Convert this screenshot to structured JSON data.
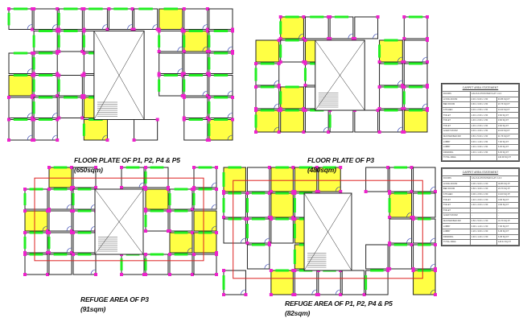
{
  "drawings": [
    {
      "title": "FLOOR PLATE OF P1, P2, P4 & P5",
      "area": "(650sqm)"
    },
    {
      "title": "FLOOR PLATE OF P3",
      "area": "(480sqm)"
    },
    {
      "title": "REFUGE AREA OF P3",
      "area": "(91sqm)"
    },
    {
      "title": "REFUGE AREA OF P1, P2, P4 & P5",
      "area": "(82sqm)"
    }
  ],
  "tables": [
    {
      "title": "CARPET AREA STATEMENT",
      "col_header": "ROOMS",
      "sub_header": "CALCULATION PER FLAT 1 & 4",
      "rows": [
        {
          "room": "LIVING ROOM",
          "calc": "4.00 x 9.00 x 1.50",
          "area": "40.86 SQ.FT"
        },
        {
          "room": "BED ROOM",
          "calc": "3.60 x 3.60 x 1.50",
          "area": "23.76 SQ.FT"
        },
        {
          "room": "KITCHEN",
          "calc": "3.00 x 2.50 x 1.50",
          "area": "13.00 SQ.FT"
        },
        {
          "room": "TOILET",
          "calc": "1.40 x 2.00 x 1.50",
          "area": "3.66 SQ.FT"
        },
        {
          "room": "TOILET",
          "calc": "1.40 x 2.00 x 1.50",
          "area": "3.66 SQ.FT"
        },
        {
          "room": "TOILET",
          "calc": "1.40 x 2.00 x 1.50",
          "area": "3.66 SQ.FT"
        },
        {
          "room": "GUEST ROOM",
          "calc": "3.00 x 4.00 x 1.50",
          "area": "24.00 SQ.FT"
        },
        {
          "room": "MASTER BED RM",
          "calc": "3.50 x 5.00 x 1.50",
          "area": "31.76 SQ.FT"
        },
        {
          "room": "LOBBY",
          "calc": "3.00 x 1.20 x 1.50",
          "area": "7.00 SQ.FT"
        },
        {
          "room": "LOBBY",
          "calc": "1.20 x 3.60 x 1.50",
          "area": "6.45 SQ.FT"
        },
        {
          "room": "DRAWING",
          "calc": "1.40 x 1.40 x 1.50",
          "area": "6.45 SQ.FT"
        },
        {
          "room": "TOTAL AREA",
          "calc": "",
          "area": "140.00 SQ.FT"
        }
      ]
    },
    {
      "title": "CARPET AREA STATEMENT",
      "col_header": "ROOMS",
      "sub_header": "CALCULATION PER FLAT 2 & 3",
      "rows": [
        {
          "room": "LIVING ROOM",
          "calc": "4.00 x 9.00 x 1.50",
          "area": "40.86 SQ.FT"
        },
        {
          "room": "BED ROOM",
          "calc": "3.60 x 3.60 x 1.50",
          "area": "23.76 SQ.FT"
        },
        {
          "room": "KITCHEN",
          "calc": "3.00 x 2.50 x 1.50",
          "area": "13.00 SQ.FT"
        },
        {
          "room": "TOILET",
          "calc": "1.40 x 2.00 x 1.50",
          "area": "3.66 SQ.FT"
        },
        {
          "room": "TOILET",
          "calc": "1.40 x 2.00 x 1.50",
          "area": "3.66 SQ.FT"
        },
        {
          "room": "TOILET",
          "calc": "-",
          "area": "-"
        },
        {
          "room": "GUEST ROOM",
          "calc": "-",
          "area": "-"
        },
        {
          "room": "MASTER BED RM",
          "calc": "3.50 x 5.00 x 1.50",
          "area": "31.76 SQ.FT"
        },
        {
          "room": "LOBBY",
          "calc": "3.00 x 1.20 x 1.50",
          "area": "7.00 SQ.FT"
        },
        {
          "room": "LOBBY",
          "calc": "1.20 x 3.60 x 1.50",
          "area": "6.45 SQ.FT"
        },
        {
          "room": "DRAWING",
          "calc": "1.40 x 1.40 x 1.50",
          "area": "6.45 SQ.FT"
        },
        {
          "room": "TOTAL AREA",
          "calc": "",
          "area": "118.41 SQ.FT"
        }
      ]
    }
  ],
  "colors": {
    "walls": "#222222",
    "windows": "#22ee22",
    "columns": "#ee22cc",
    "wet_areas": "#ffff44",
    "refuge_boundary": "#dd2222",
    "doors": "#2233aa"
  }
}
